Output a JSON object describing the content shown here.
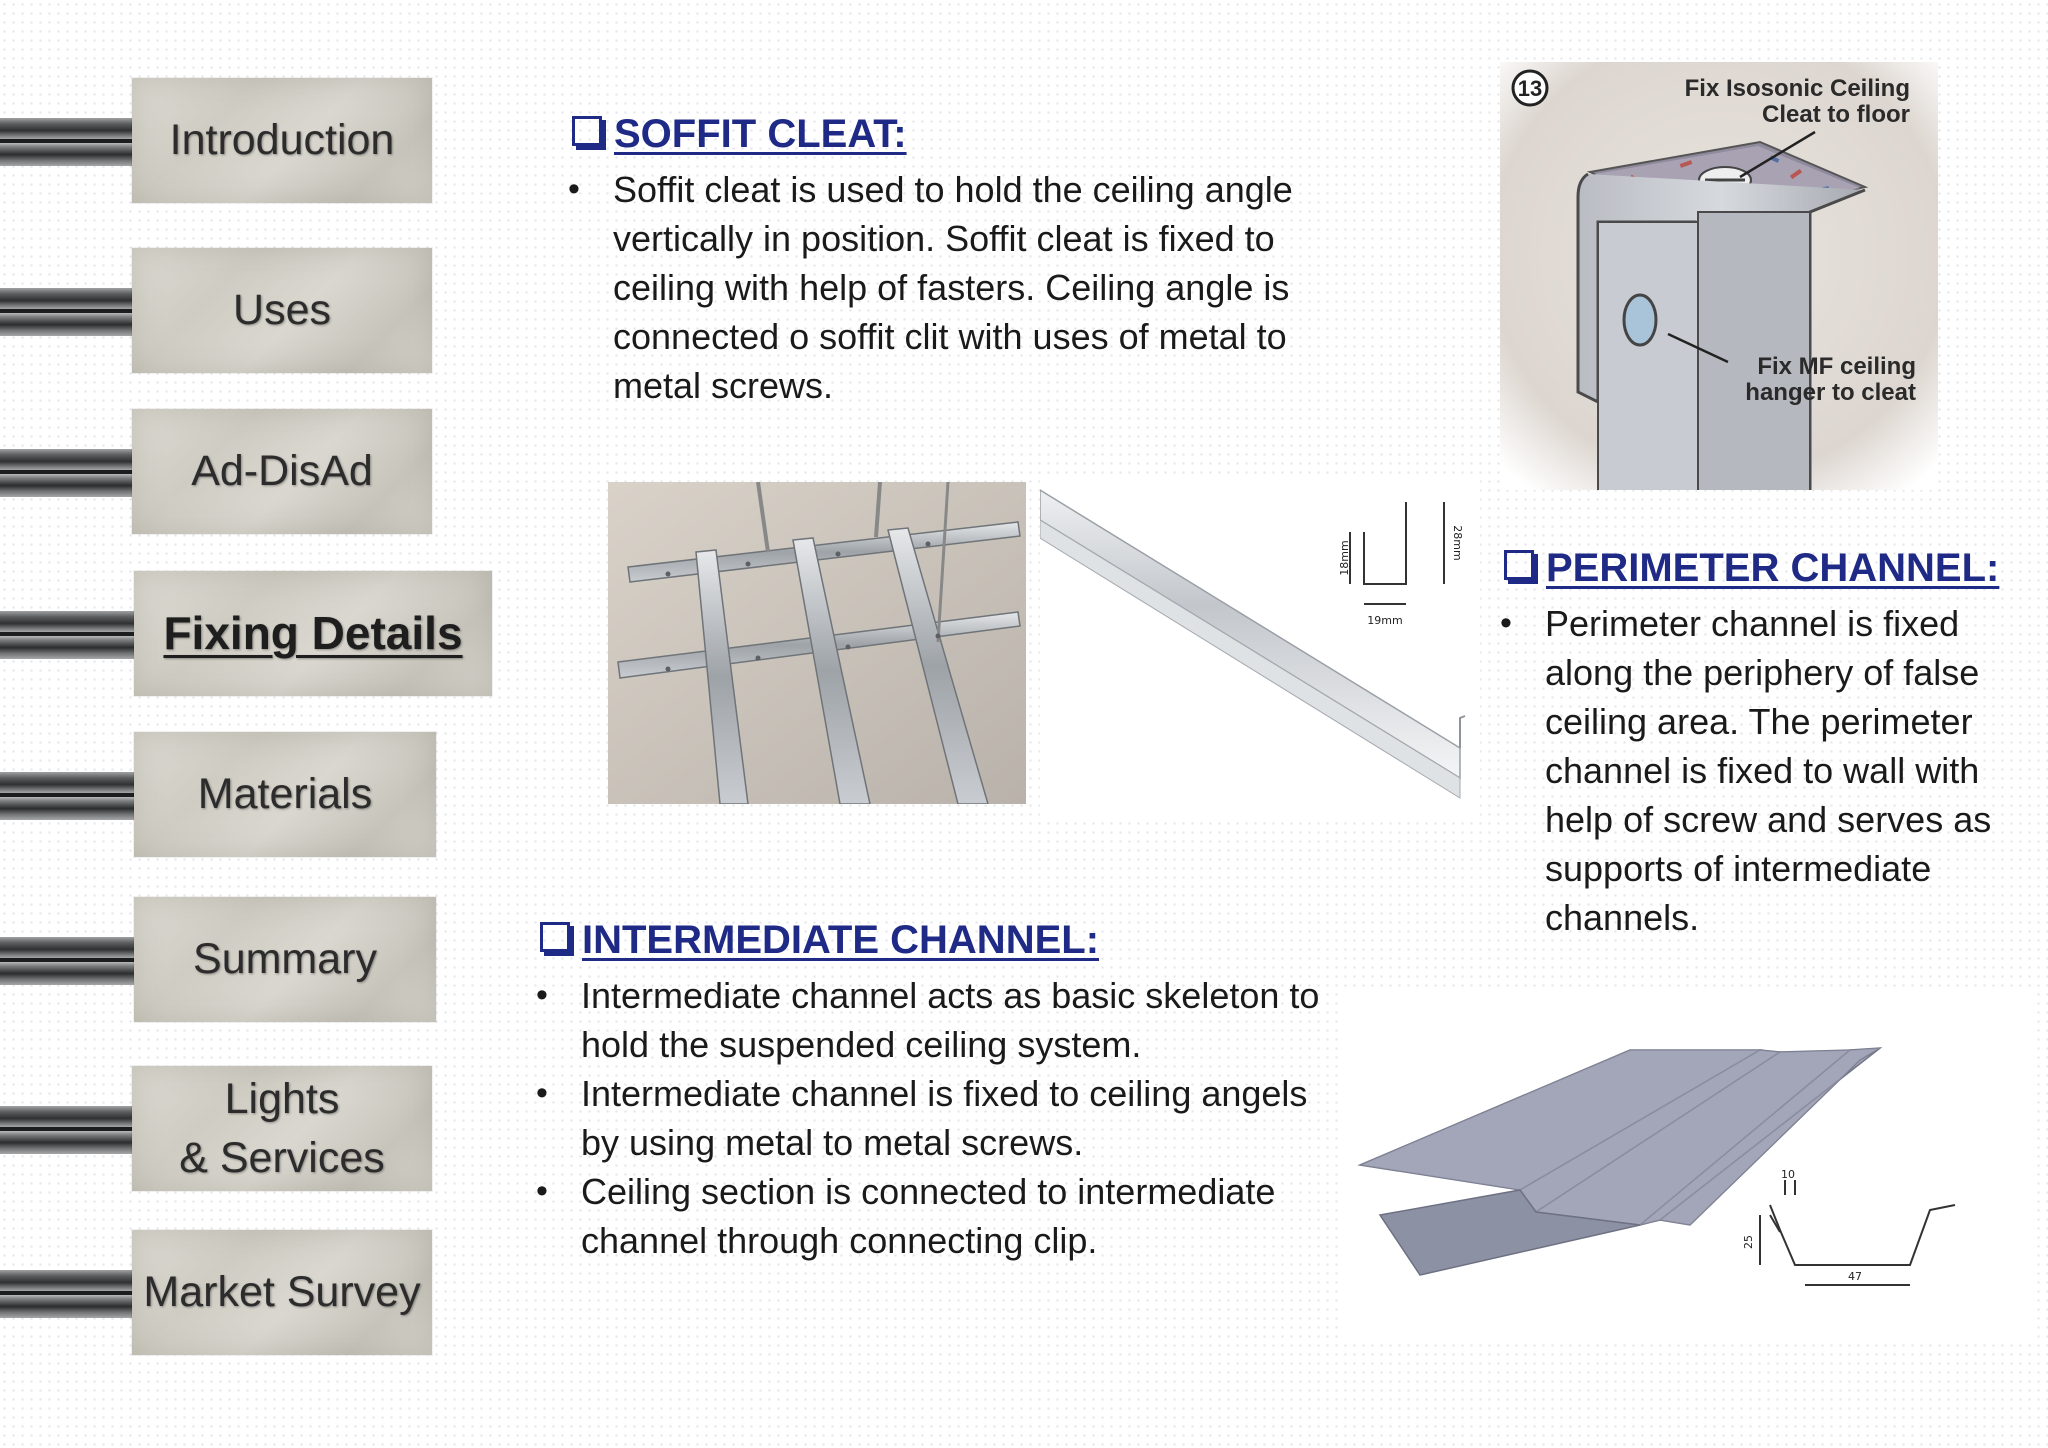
{
  "nav": {
    "items": [
      {
        "label": "Introduction"
      },
      {
        "label": "Uses"
      },
      {
        "label": "Ad-DisAd"
      },
      {
        "label": "Fixing Details",
        "active": true
      },
      {
        "label": "Materials"
      },
      {
        "label": "Summary"
      },
      {
        "label_line1": "Lights",
        "label_line2": "& Services"
      },
      {
        "label": "Market Survey"
      }
    ]
  },
  "soffit": {
    "heading": "SOFFIT CLEAT:",
    "bullets": [
      "Soffit cleat is used to hold the ceiling angle vertically in position.  Soffit cleat is fixed to ceiling with help of fasters. Ceiling angle is connected o soffit clit with uses of metal to metal screws."
    ]
  },
  "perimeter": {
    "heading": "PERIMETER CHANNEL:",
    "bullets": [
      "Perimeter channel is fixed along the periphery of false ceiling area. The perimeter channel is fixed to wall with help of screw and serves as supports of intermediate channels."
    ]
  },
  "intermediate": {
    "heading": "INTERMEDIATE CHANNEL:",
    "bullets": [
      "Intermediate channel acts as basic skeleton to hold the suspended ceiling system.",
      "Intermediate channel is fixed to ceiling angels by using metal to metal screws.",
      "Ceiling section is connected to intermediate channel through connecting clip."
    ]
  },
  "figures": {
    "cleat_diagram": {
      "number": "13",
      "callout_top_line1": "Fix Isosonic Ceiling",
      "callout_top_line2": "Cleat to floor",
      "callout_bottom_line1": "Fix MF ceiling",
      "callout_bottom_line2": "hanger to cleat"
    },
    "perimeter_profile": {
      "dim_height_left": "18mm",
      "dim_height_right": "28mm",
      "dim_width": "19mm"
    },
    "intermediate_profile": {
      "dim_top": "10",
      "dim_height": "25",
      "dim_width": "47"
    }
  },
  "colors": {
    "heading": "#1f2a86",
    "body_text": "#1a1a1a",
    "tab": "#d4d2ca"
  }
}
